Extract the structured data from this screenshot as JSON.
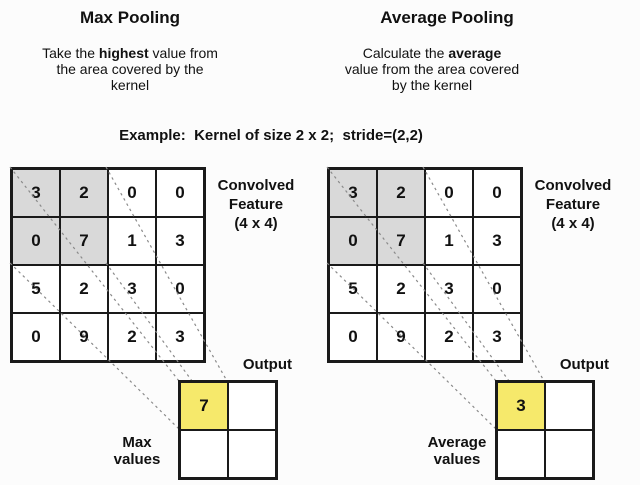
{
  "colors": {
    "cell_gray": "#d9d9d9",
    "cell_yellow": "#f6e96b",
    "grid_line": "#1a1a1a",
    "dash": "#8a8a8a",
    "text": "#111111",
    "background": "#fcfcfc"
  },
  "example_caption": "Example:  Kernel of size 2 x 2;  stride=(2,2)",
  "panels": [
    {
      "title": "Max Pooling",
      "desc": {
        "line1_pre": "Take the ",
        "line1_bold": "highest",
        "line1_post": " value from",
        "line2": "the area covered by the",
        "line3": "kernel"
      },
      "feature_label": [
        "Convolved",
        "Feature",
        "(4 x 4)"
      ],
      "grid": [
        [
          "3",
          "2",
          "0",
          "0"
        ],
        [
          "0",
          "7",
          "1",
          "3"
        ],
        [
          "5",
          "2",
          "3",
          "0"
        ],
        [
          "0",
          "9",
          "2",
          "3"
        ]
      ],
      "output_label": "Output",
      "output_caption": [
        "Max",
        "values"
      ],
      "output_grid": [
        [
          "7",
          ""
        ],
        [
          "",
          ""
        ]
      ]
    },
    {
      "title": "Average Pooling",
      "desc": {
        "line1_pre": "Calculate the ",
        "line1_bold": "average",
        "line1_post": "",
        "line2": "value from the area covered",
        "line3": "by the kernel"
      },
      "feature_label": [
        "Convolved",
        "Feature",
        "(4 x 4)"
      ],
      "grid": [
        [
          "3",
          "2",
          "0",
          "0"
        ],
        [
          "0",
          "7",
          "1",
          "3"
        ],
        [
          "5",
          "2",
          "3",
          "0"
        ],
        [
          "0",
          "9",
          "2",
          "3"
        ]
      ],
      "output_label": "Output",
      "output_caption": [
        "Average",
        "values"
      ],
      "output_grid": [
        [
          "3",
          ""
        ],
        [
          "",
          ""
        ]
      ]
    }
  ]
}
